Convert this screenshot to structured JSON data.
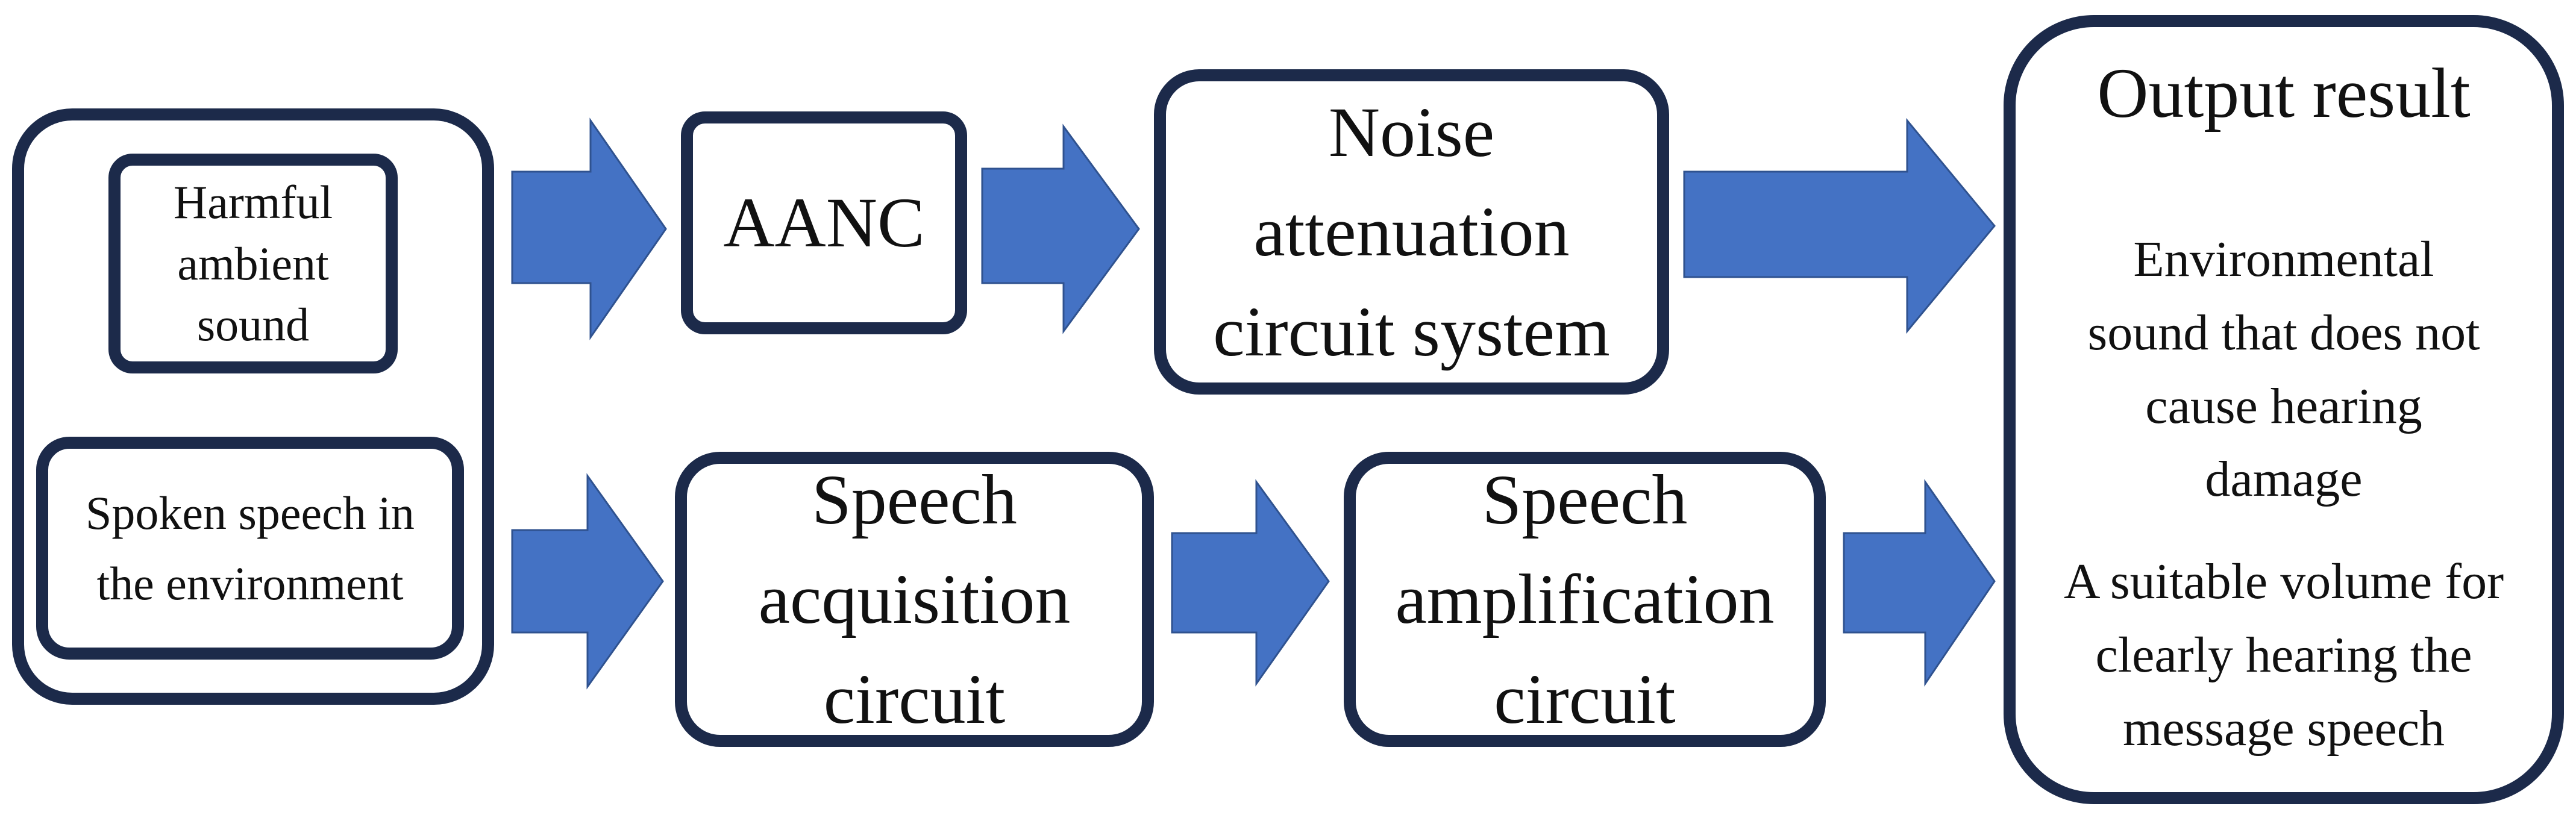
{
  "colors": {
    "border": "#1c2a4a",
    "arrow": "#4472c4",
    "arrow_outline": "#2f528f"
  },
  "input_group": {
    "harmful_sound": "Harmful\nambient\nsound",
    "spoken_speech": "Spoken speech in\nthe environment"
  },
  "top_row": {
    "aanc": "AANC",
    "noise_attenuation": "Noise\nattenuation\ncircuit system"
  },
  "bottom_row": {
    "speech_acquisition": "Speech\nacquisition\ncircuit",
    "speech_amplification": "Speech\namplification\ncircuit"
  },
  "output": {
    "title": "Output result",
    "environmental": "Environmental\nsound that does not\ncause hearing\ndamage",
    "speech_volume": "A suitable volume for\nclearly hearing the\nmessage speech"
  }
}
